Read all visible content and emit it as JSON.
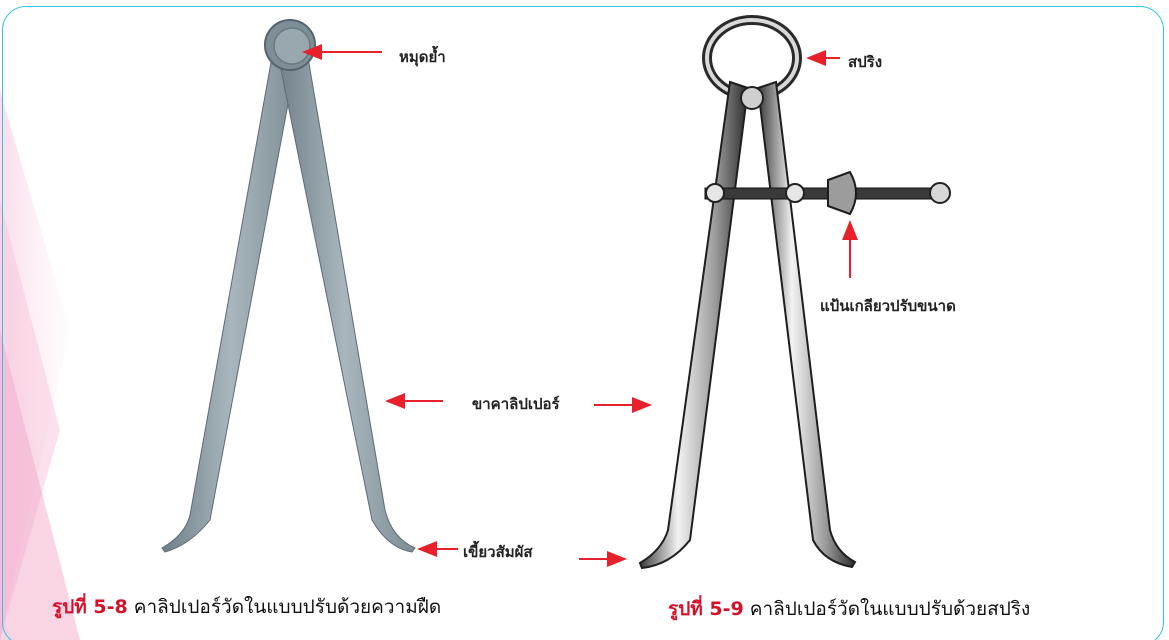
{
  "figure_left": {
    "labels": {
      "pivot": "หมุดย้ำ",
      "leg": "ขาคาลิปเปอร์",
      "tip": "เขี้ยวสัมผัส"
    },
    "caption": {
      "number": "รูปที่ 5-8",
      "text": "คาลิปเปอร์วัดในแบบปรับด้วยความฝืด"
    }
  },
  "figure_right": {
    "labels": {
      "spring": "สปริง",
      "nut": "แป้นเกลียวปรับขนาด"
    },
    "caption": {
      "number": "รูปที่ 5-9",
      "text": "คาลิปเปอร์วัดในแบบปรับด้วยสปริง"
    }
  },
  "colors": {
    "arrow": "#e8202c",
    "frame": "#33c4dd",
    "caption_number": "#d3122a",
    "left_decoration": "#f6c3dc"
  }
}
